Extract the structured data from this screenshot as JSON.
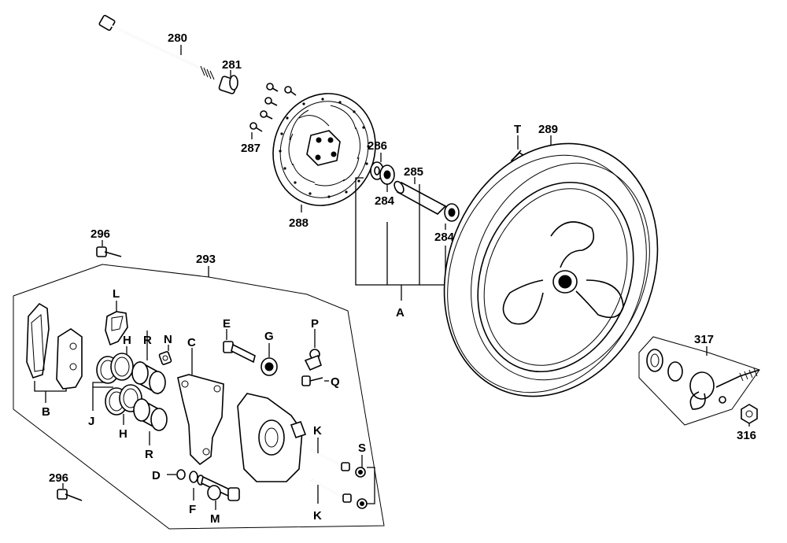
{
  "labels": {
    "n280": "280",
    "n281": "281",
    "n287": "287",
    "n288": "288",
    "n286": "286",
    "n285": "285",
    "n284a": "284",
    "n284b": "284",
    "T": "T",
    "n289": "289",
    "A": "A",
    "n296a": "296",
    "n296b": "296",
    "n293": "293",
    "L": "L",
    "B": "B",
    "H1": "H",
    "R1": "R",
    "N": "N",
    "C": "C",
    "E": "E",
    "G": "G",
    "P": "P",
    "Q": "Q",
    "J": "J",
    "H2": "H",
    "R2": "R",
    "K1": "K",
    "K2": "K",
    "S": "S",
    "D": "D",
    "F": "F",
    "M": "M",
    "n317": "317",
    "n316": "316"
  }
}
